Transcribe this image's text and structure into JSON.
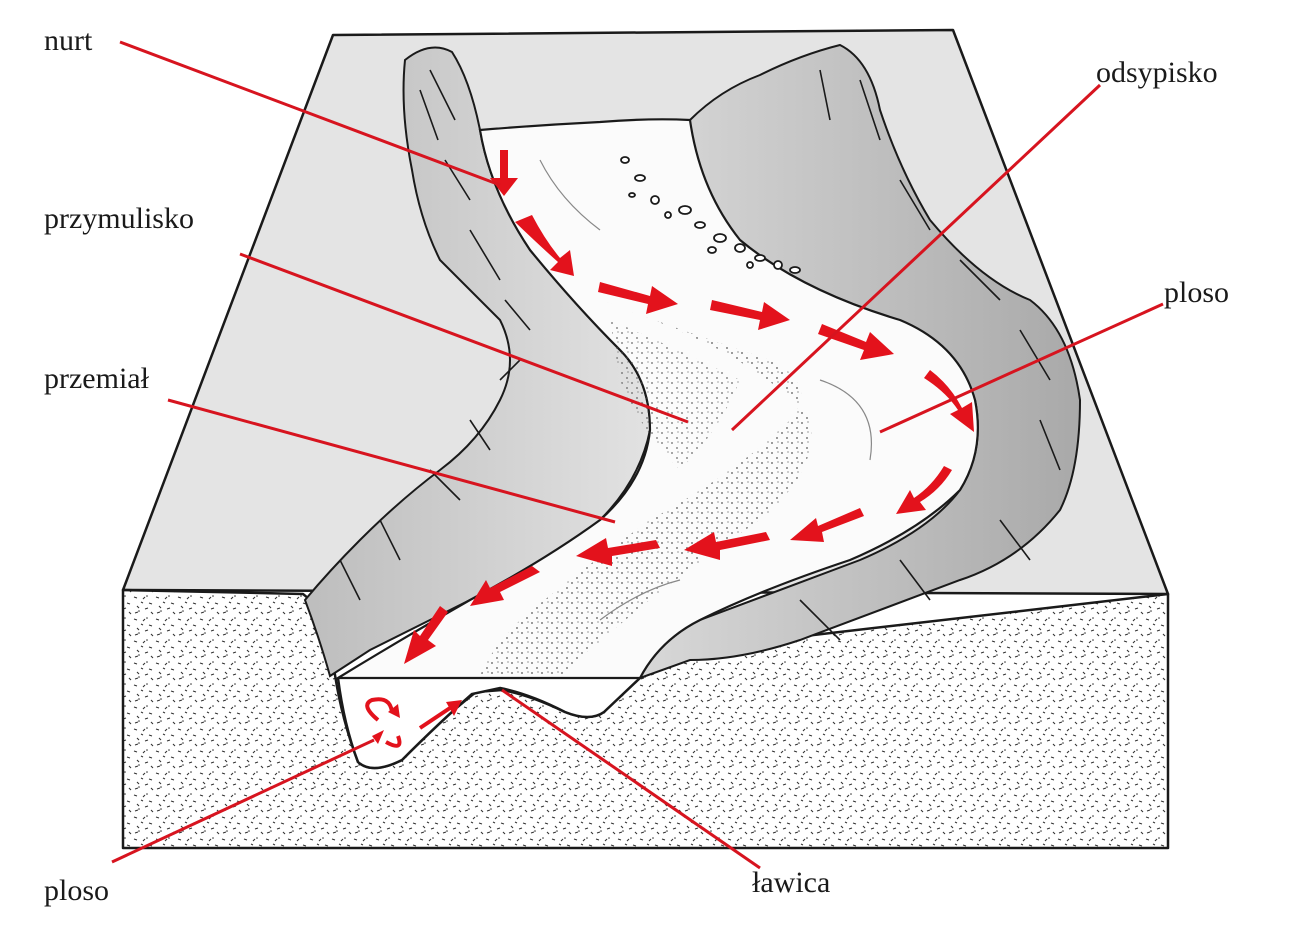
{
  "labels": {
    "nurt": "nurt",
    "przymulisko": "przymulisko",
    "przemial": "przemiał",
    "ploso_bottom": "ploso",
    "odsypisko": "odsypisko",
    "ploso_right": "ploso",
    "lawica": "ławica"
  },
  "colors": {
    "accent_red": "#e3121c",
    "leader_red": "#d7141f",
    "terrain_light": "#e6e6e6",
    "terrain_mid": "#c9c9c9",
    "terrain_dark": "#a8a8a8",
    "outline": "#1a1a1a"
  }
}
